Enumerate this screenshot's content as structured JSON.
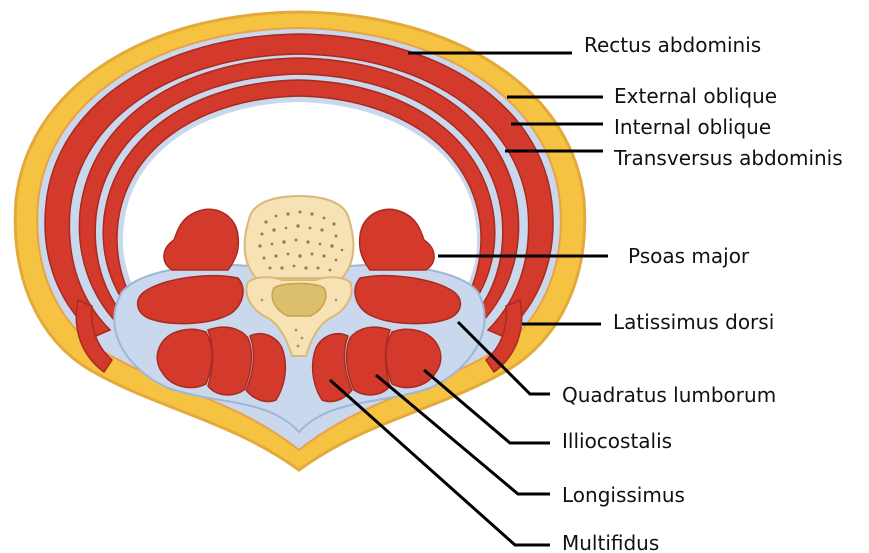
{
  "labels": {
    "rectus_abdominis": "Rectus abdominis",
    "external_oblique": "External oblique",
    "internal_oblique": "Internal oblique",
    "transversus_abdominis": "Transversus abdominis",
    "psoas_major": "Psoas major",
    "latissimus_dorsi": "Latissimus dorsi",
    "quadratus_lumborum": "Quadratus lumborum",
    "illiocostalis": "Illiocostalis",
    "longissimus": "Longissimus",
    "multifidus": "Multifidus"
  },
  "colors": {
    "fat": "#f5c242",
    "fat_edge": "#e3a93a",
    "muscle": "#d33a2c",
    "muscle_edge": "#a92a20",
    "fascia": "#c9d8ec",
    "fascia_edge": "#9fb6d6",
    "bone": "#f6e2b4",
    "bone_canal": "#dcbf6d",
    "bone_dots": "#7a5a2a"
  }
}
